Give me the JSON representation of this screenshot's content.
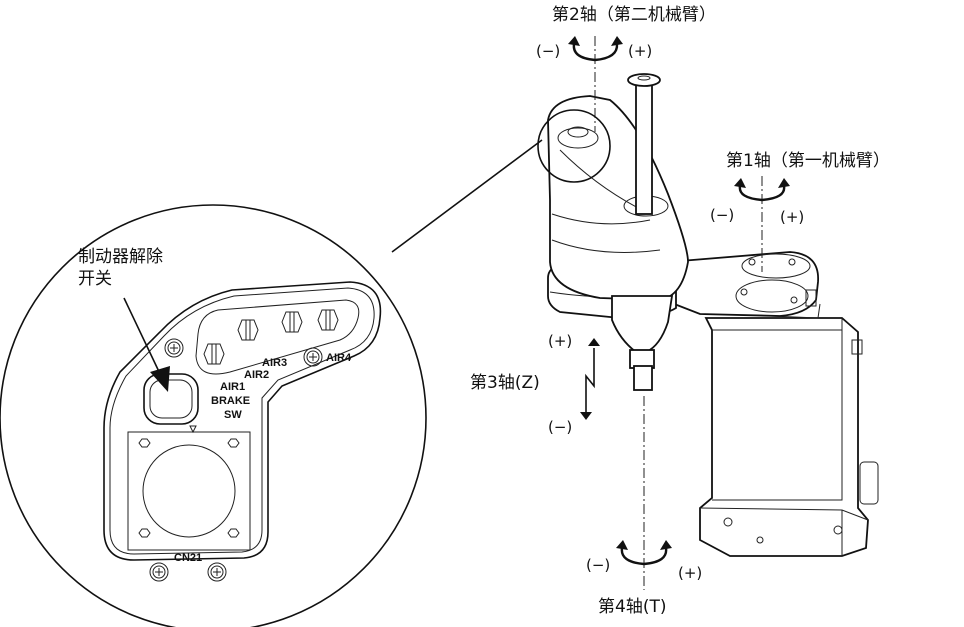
{
  "labels": {
    "axis2": "第2轴（第二机械臂）",
    "axis1": "第1轴（第一机械臂）",
    "axis3": "第3轴(Z)",
    "axis4": "第4轴(T)",
    "brake_switch_line1": "制动器解除",
    "brake_switch_line2": "开关"
  },
  "rotation_signs": {
    "axis2_minus": "(−)",
    "axis2_plus": "(+)",
    "axis1_minus": "(−)",
    "axis1_plus": "(+)",
    "axis3_plus": "(+)",
    "axis3_minus": "(−)",
    "axis4_minus": "(−)",
    "axis4_plus": "(+)"
  },
  "panel": {
    "air1": "AIR1",
    "air2": "AIR2",
    "air3": "AIR3",
    "air4": "AIR4",
    "brake": "BRAKE",
    "sw": "SW",
    "connector": "CN21"
  }
}
